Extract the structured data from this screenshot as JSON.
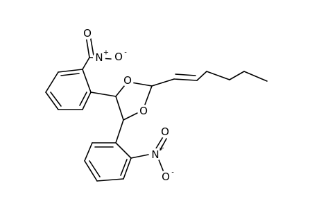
{
  "molecule": {
    "atoms": {
      "ring_o_top": "O",
      "ring_o_bottom": "O",
      "nitro_top_n": "N",
      "nitro_top_o_terminal": "O",
      "nitro_top_o_side": "O",
      "nitro_bottom_n": "N",
      "nitro_bottom_o_terminal": "O",
      "nitro_bottom_o_side": "O"
    },
    "charges": {
      "nitro_top_n_plus": "+",
      "nitro_top_o_minus": "-",
      "nitro_bottom_n_plus": "+",
      "nitro_bottom_o_minus": "-"
    }
  }
}
